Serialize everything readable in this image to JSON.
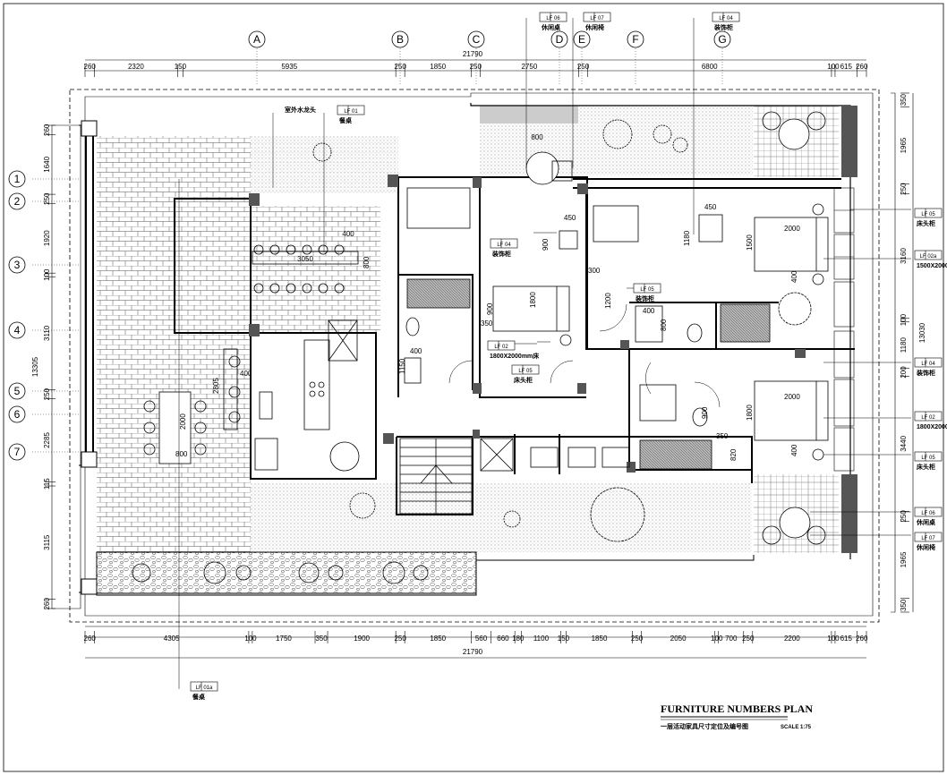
{
  "title_block": {
    "title": "FURNITURE NUMBERS PLAN",
    "subtitle": "一层活动家具尺寸定位及编号图",
    "scale": "SCALE 1:75"
  },
  "grid_columns": [
    "A",
    "B",
    "C",
    "D",
    "E",
    "F",
    "G"
  ],
  "grid_rows": [
    "1",
    "2",
    "3",
    "4",
    "5",
    "6",
    "7"
  ],
  "total_width": "21790",
  "total_height": "13305",
  "right_total": "13030",
  "top_dims": [
    "260",
    "2320",
    "150",
    "5935",
    "250",
    "1850",
    "250",
    "2750",
    "250",
    "6800",
    "100",
    "615",
    "260"
  ],
  "bottom_dims": [
    "260",
    "4305",
    "100",
    "1750",
    "350",
    "1900",
    "250",
    "1850",
    "560",
    "660",
    "180",
    "1100",
    "150",
    "1850",
    "250",
    "2050",
    "100",
    "700",
    "250",
    "2200",
    "100",
    "615",
    "260"
  ],
  "left_dims": [
    "260",
    "1640",
    "250",
    "1920",
    "100",
    "3110",
    "250",
    "2285",
    "115",
    "3115",
    "260"
  ],
  "right_dims": [
    "350",
    "1965",
    "250",
    "3160",
    "100",
    "1180",
    "200",
    "3440",
    "250",
    "1965",
    "350"
  ],
  "callouts": {
    "lf06_top": {
      "code": "LF 06",
      "label": "休闲桌"
    },
    "lf07_top": {
      "code": "LF 07",
      "label": "休闲椅"
    },
    "lf04_top": {
      "code": "LF 04",
      "label": "装饰柜"
    },
    "lf01": {
      "code": "LF 01",
      "label": "餐桌"
    },
    "faucet": {
      "label": "室外水龙头"
    },
    "lf04_mid": {
      "code": "LF 04",
      "label": "装饰柜"
    },
    "lf02_left": {
      "code": "LF 02",
      "label": "1800X2000mm床"
    },
    "lf05_left": {
      "code": "LF 05",
      "label": "床头柜"
    },
    "lf05_mid": {
      "code": "LF 05",
      "label": "装饰柜"
    },
    "r_lf05_a": {
      "code": "LF 05",
      "label": "床头柜"
    },
    "r_lf02a": {
      "code": "LF 02a",
      "label": "1500X2000mm"
    },
    "r_lf04": {
      "code": "LF 04",
      "label": "装饰柜"
    },
    "r_lf02": {
      "code": "LF 02",
      "label": "1800X2000mm"
    },
    "r_lf05_b": {
      "code": "LF 05",
      "label": "床头柜"
    },
    "r_lf06": {
      "code": "LF 06",
      "label": "休闲桌"
    },
    "r_lf07": {
      "code": "LF 07",
      "label": "休闲椅"
    },
    "lf01a": {
      "code": "LF 01a",
      "label": "餐桌"
    }
  },
  "inner_dims": {
    "table_len": "3050",
    "table_w": "800",
    "chair_gap": "400",
    "dining2_len": "2000",
    "dining2_w": "800",
    "kitchen_400": "400",
    "kitchen_2805": "2805",
    "round_800": "800",
    "bed_left_1800": "1800",
    "bed_left_900": "900",
    "bed_left_350": "350",
    "wc_400": "400",
    "wc_1150": "1150",
    "cab_450": "450",
    "cab_900": "900",
    "mid_450": "450",
    "mid_1180": "1180",
    "mid_300": "300",
    "mid_1200": "1200",
    "br1_2000": "2000",
    "br1_1500": "1500",
    "br1_400": "400",
    "br2_2000": "2000",
    "br2_1800": "1800",
    "br2_400": "400",
    "br2_900": "900",
    "br2_350": "350",
    "br2_820": "820",
    "wc2_400": "400",
    "wc2_800": "800"
  },
  "colors": {
    "line": "#000000",
    "hatch": "#9a9a9a",
    "dark": "#555555"
  }
}
